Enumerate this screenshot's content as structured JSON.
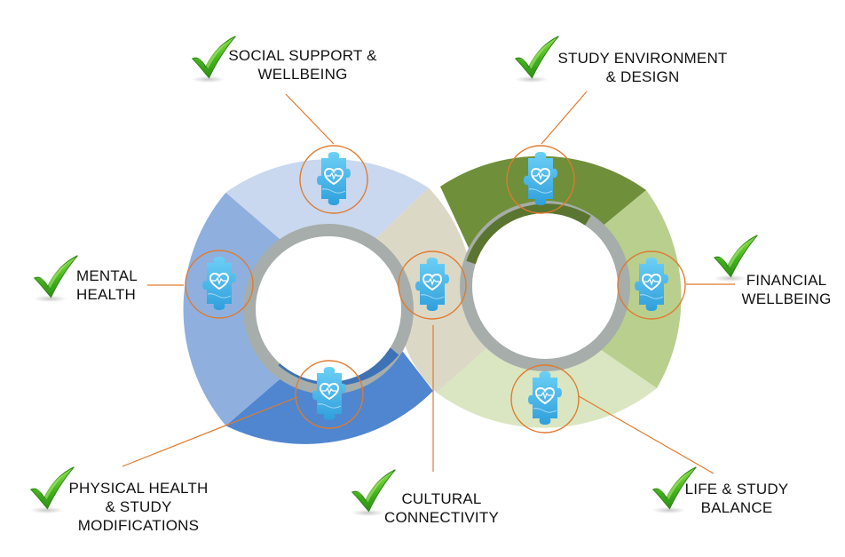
{
  "labels": {
    "social_support": {
      "line1": "SOCIAL SUPPORT &",
      "line2": "WELLBEING"
    },
    "study_environment": {
      "line1": "STUDY ENVIRONMENT",
      "line2": "& DESIGN"
    },
    "mental_health": {
      "line1": "MENTAL",
      "line2": "HEALTH"
    },
    "financial_wellbeing": {
      "line1": "FINANCIAL",
      "line2": "WELLBEING"
    },
    "physical_health": {
      "line1": "PHYSICAL HEALTH",
      "line2": "& STUDY",
      "line3": "MODIFICATIONS"
    },
    "cultural_connectivity": {
      "line1": "CULTURAL",
      "line2": "CONNECTIVITY"
    },
    "life_study_balance": {
      "line1": "LIFE & STUDY",
      "line2": "BALANCE"
    }
  },
  "colors": {
    "blue_dark": "#4f86cf",
    "blue_mid": "#8fb0de",
    "blue_light": "#c9d8ee",
    "olive_dark": "#6f8f3a",
    "green_mid": "#b9cf8e",
    "green_light": "#d9e6c1",
    "beige": "#dcd8c6",
    "connector_line": "#e07a2e",
    "check_green": "#4cc021",
    "puzzle_blue": "#45b8ec"
  },
  "icons": {
    "checkmark": "checkmark-icon",
    "puzzle": "puzzle-heart-icon"
  }
}
